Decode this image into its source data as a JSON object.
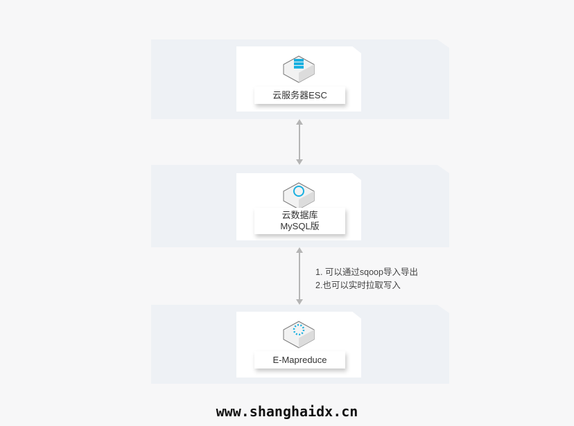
{
  "nodes": [
    {
      "label": "云服务器ESC",
      "icon": "server-icon"
    },
    {
      "label_line1": "云数据库",
      "label_line2": "MySQL版",
      "icon": "database-icon"
    },
    {
      "label": "E-Mapreduce",
      "icon": "mapreduce-icon"
    }
  ],
  "note": {
    "line1": "1. 可以通过sqoop导入导出",
    "line2": "2.也可以实时拉取写入"
  },
  "footer": "www.shanghaidx.cn",
  "colors": {
    "accent": "#1ab0e0",
    "band": "#eef1f5",
    "arrow": "#b5b5b5"
  }
}
